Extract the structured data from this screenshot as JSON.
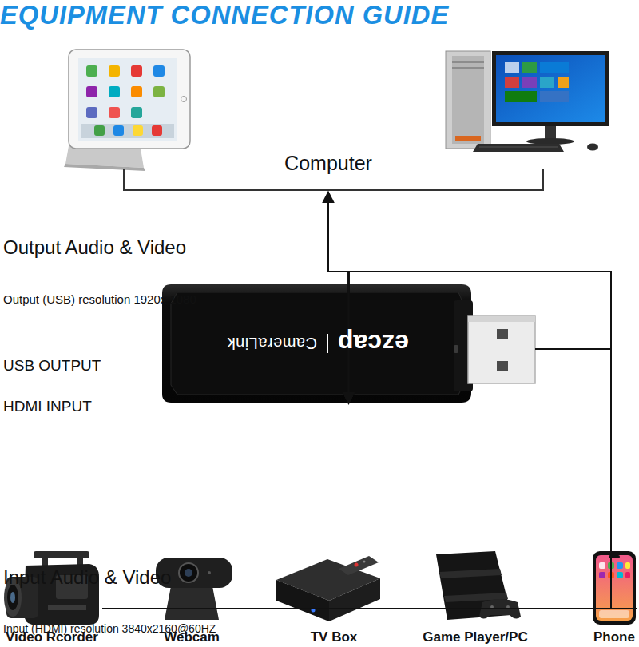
{
  "diagram": {
    "title": "EQUIPMENT CONNECTION GUIDE",
    "nodes": [
      {
        "text": [
          "Computer"
        ]
      },
      {
        "text": [
          "ezcap",
          "CameraLink"
        ]
      },
      {
        "text": [
          "Video Rcorder"
        ]
      },
      {
        "text": [
          "Webcam"
        ]
      },
      {
        "text": [
          "TV Box"
        ]
      },
      {
        "text": [
          "Game Player/PC"
        ]
      },
      {
        "text": [
          "Phone"
        ]
      }
    ],
    "edges": [
      {
        "from": 1,
        "to": 0,
        "arrow": "to"
      },
      {
        "from": 2,
        "to": 1,
        "arrow": "to"
      },
      {
        "from": 3,
        "to": 1,
        "arrow": "to"
      },
      {
        "from": 4,
        "to": 1,
        "arrow": "to"
      },
      {
        "from": 5,
        "to": 1,
        "arrow": "to"
      },
      {
        "from": 6,
        "to": 1,
        "arrow": "to"
      }
    ],
    "labels": [
      "Output Audio & Video",
      "Output (USB) resolution 1920x 1080",
      "USB OUTPUT",
      "HDMI INPUT",
      "Input Audio & Video",
      "Input (HDMI) resolution 3840x2160@60HZ"
    ]
  }
}
